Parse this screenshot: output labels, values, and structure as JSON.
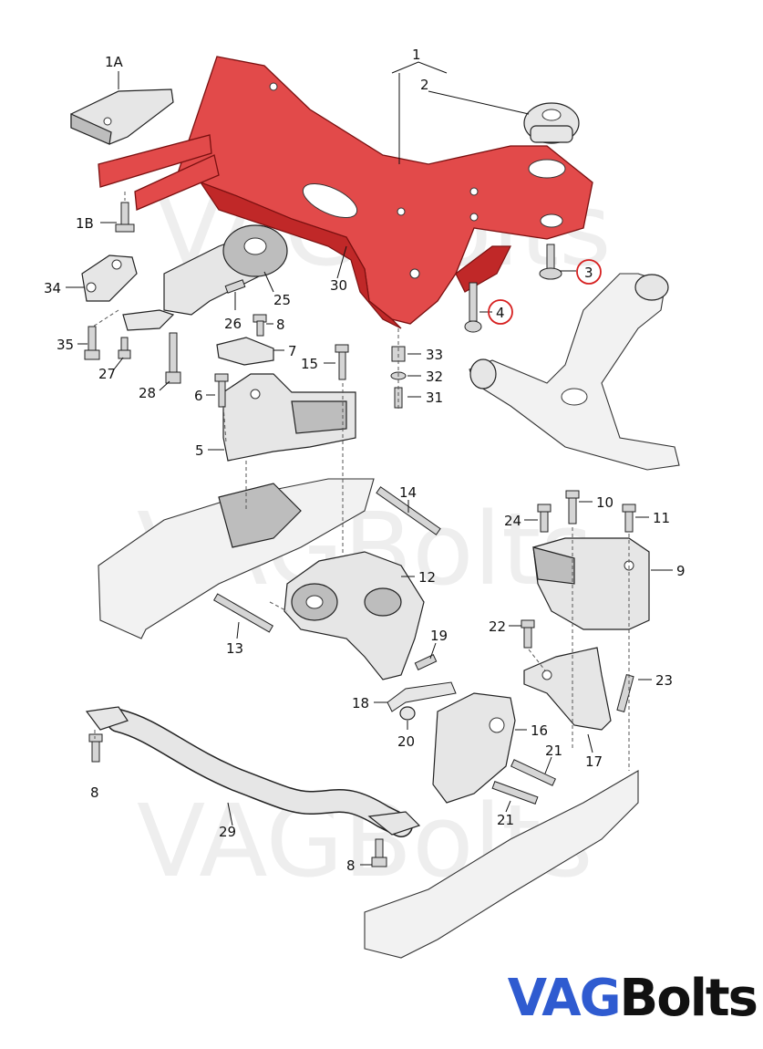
{
  "callouts": {
    "c1": "1",
    "c1A": "1A",
    "c1B": "1B",
    "c2": "2",
    "c3": "3",
    "c4": "4",
    "c5": "5",
    "c6": "6",
    "c7": "7",
    "c8a": "8",
    "c8b": "8",
    "c8c": "8",
    "c9": "9",
    "c10": "10",
    "c11": "11",
    "c12": "12",
    "c13": "13",
    "c14": "14",
    "c15": "15",
    "c16": "16",
    "c17": "17",
    "c18": "18",
    "c19": "19",
    "c20": "20",
    "c21a": "21",
    "c21b": "21",
    "c22": "22",
    "c23": "23",
    "c24": "24",
    "c25": "25",
    "c26": "26",
    "c27": "27",
    "c28": "28",
    "c29": "29",
    "c30": "30",
    "c31": "31",
    "c32": "32",
    "c33": "33",
    "c34": "34",
    "c35": "35"
  },
  "highlight": {
    "part_color": "#e24a4a",
    "ring_color": "#d62020",
    "circled": [
      "3",
      "4"
    ]
  },
  "brand": {
    "part1": "VAG",
    "part2": "Bolts",
    "color1": "#2f5bd0",
    "color2": "#111111"
  }
}
